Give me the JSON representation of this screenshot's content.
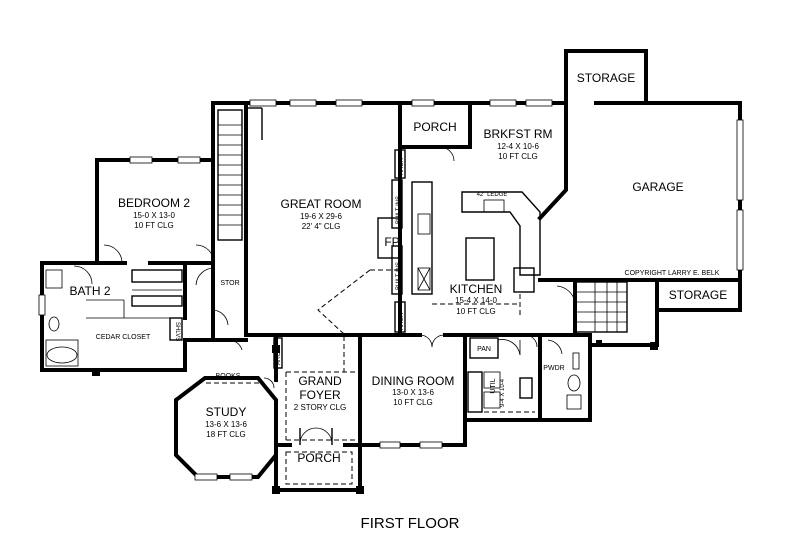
{
  "drawing": {
    "title": "FIRST FLOOR",
    "copyright": "COPYRIGHT LARRY E. BELK"
  },
  "rooms": {
    "storage_top": {
      "name": "STORAGE"
    },
    "porch_back": {
      "name": "PORCH"
    },
    "brkfst": {
      "name": "BRKFST RM",
      "dim": "12-4 X 10-6",
      "clg": "10 FT CLG"
    },
    "garage": {
      "name": "GARAGE"
    },
    "bedroom2": {
      "name": "BEDROOM 2",
      "dim": "15-0 X 13-0",
      "clg": "10 FT CLG"
    },
    "great_room": {
      "name": "GREAT ROOM",
      "dim": "19-6 X 29-6",
      "clg": "22' 4\" CLG"
    },
    "kitchen": {
      "name": "KITCHEN",
      "dim": "15-4 X 14-0",
      "clg": "10 FT CLG"
    },
    "storage_right": {
      "name": "STORAGE"
    },
    "bath2": {
      "name": "BATH 2"
    },
    "stor": {
      "name": "STOR"
    },
    "cedar_closet": {
      "name": "CEDAR CLOSET"
    },
    "study": {
      "name": "STUDY",
      "dim": "13-6 X 13-6",
      "clg": "18 FT CLG"
    },
    "grand_foyer": {
      "name": "GRAND",
      "name2": "FOYER",
      "clg": "2 STORY CLG"
    },
    "dining": {
      "name": "DINING ROOM",
      "dim": "13-0 X 13-6",
      "clg": "10 FT CLG"
    },
    "porch_front": {
      "name": "PORCH"
    },
    "pan": {
      "name": "PAN"
    },
    "pwdr": {
      "name": "PWDR"
    },
    "util": {
      "name": "UTIL",
      "dim": "9-4 X 10-4"
    }
  },
  "labels": {
    "fp": "FP",
    "books": "BOOKS",
    "shlvs": "SHLVS",
    "ledge": "42\" LEDGE",
    "arch_top": "ARCH",
    "arch_bottom": "ARCH",
    "arch_foyer": "ARCH",
    "built_ins_1": "BUILT INS",
    "built_ins_2": "BUILT INS"
  }
}
